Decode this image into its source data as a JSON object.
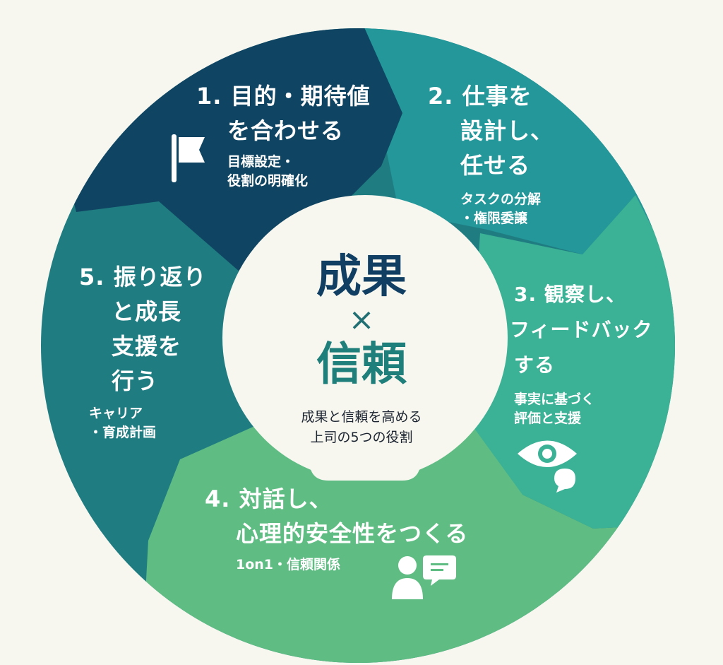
{
  "center": {
    "title_top": "成果",
    "cross": "×",
    "title_bottom": "信頼",
    "subtitle_line1": "成果と信頼を高める",
    "subtitle_line2": "上司の5つの役割",
    "colors": {
      "top": "#103f63",
      "cross": "#1f6f73",
      "bottom": "#1f7f7a"
    }
  },
  "segments": [
    {
      "number": "1.",
      "title": [
        "目的・期待値",
        "を合わせる"
      ],
      "sub": [
        "目標設定・",
        "役割の明確化"
      ],
      "icon": "flag-icon",
      "color": "#0f4562"
    },
    {
      "number": "2.",
      "title": [
        "仕事を",
        "設計し、",
        "任せる"
      ],
      "sub": [
        "タスクの分解",
        "・権限委譲"
      ],
      "icon": "",
      "color": "#23979a"
    },
    {
      "number": "3.",
      "title": [
        "観察し、",
        "フィードバック",
        "する"
      ],
      "sub": [
        "事実に基づく",
        "評価と支援"
      ],
      "icon": "eye-speech-icon",
      "color": "#3bb195"
    },
    {
      "number": "4.",
      "title": [
        "対話し、",
        "心理的安全性をつくる"
      ],
      "sub": [
        "1on1・信頼関係"
      ],
      "icon": "person-chat-icon",
      "color": "#5fbd84"
    },
    {
      "number": "5.",
      "title": [
        "振り返り",
        "と成長",
        "支援を",
        "行う"
      ],
      "sub": [
        "キャリア",
        "・育成計画"
      ],
      "icon": "",
      "color": "#1f7d82"
    }
  ]
}
